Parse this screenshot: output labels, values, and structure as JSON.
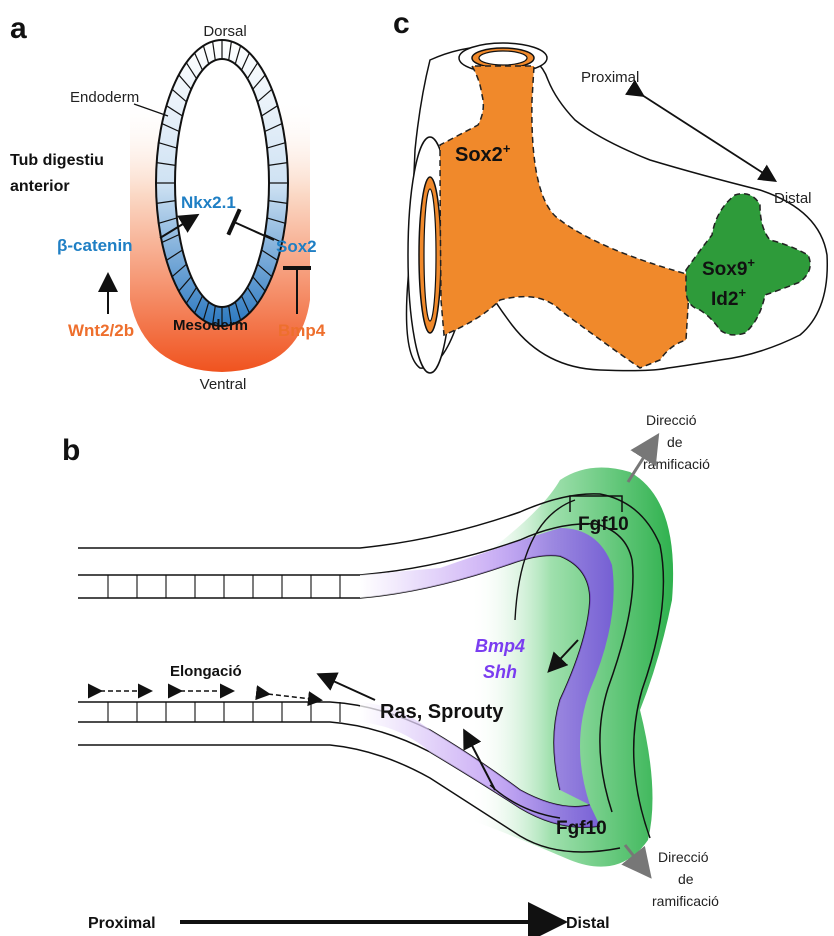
{
  "panels": {
    "a": "a",
    "b": "b",
    "c": "c"
  },
  "panel_a": {
    "dorsal": "Dorsal",
    "ventral": "Ventral",
    "endoderm": "Endoderm",
    "foregut_line1": "Tub digestiu",
    "foregut_line2": "anterior",
    "nkx21": "Nkx2.1",
    "beta_catenin": "β-catenin",
    "sox2": "Sox2",
    "wnt": "Wnt2/2b",
    "mesoderm": "Mesoderm",
    "bmp4": "Bmp4"
  },
  "panel_b": {
    "direction_top_1": "Direcció",
    "direction_top_2": "de",
    "direction_top_3": "ramificació",
    "fgf10_top": "Fgf10",
    "bmp4": "Bmp4",
    "shh": "Shh",
    "elongation": "Elongació",
    "ras_sprouty": "Ras, Sprouty",
    "fgf10_bottom": "Fgf10",
    "direction_bot_1": "Direcció",
    "direction_bot_2": "de",
    "direction_bot_3": "ramificació",
    "axis_proximal": "Proximal",
    "axis_distal": "Distal"
  },
  "panel_c": {
    "proximal": "Proximal",
    "distal": "Distal",
    "sox2_plus": "Sox2",
    "sox9_plus": "Sox9",
    "id2_plus": "Id2",
    "plus": "+"
  },
  "colors": {
    "orange": "#f0892b",
    "green": "#2e9b3a",
    "blue_label": "#1f7fc4",
    "orange_label": "#ee6f2d",
    "purple": "#7a3df0"
  }
}
